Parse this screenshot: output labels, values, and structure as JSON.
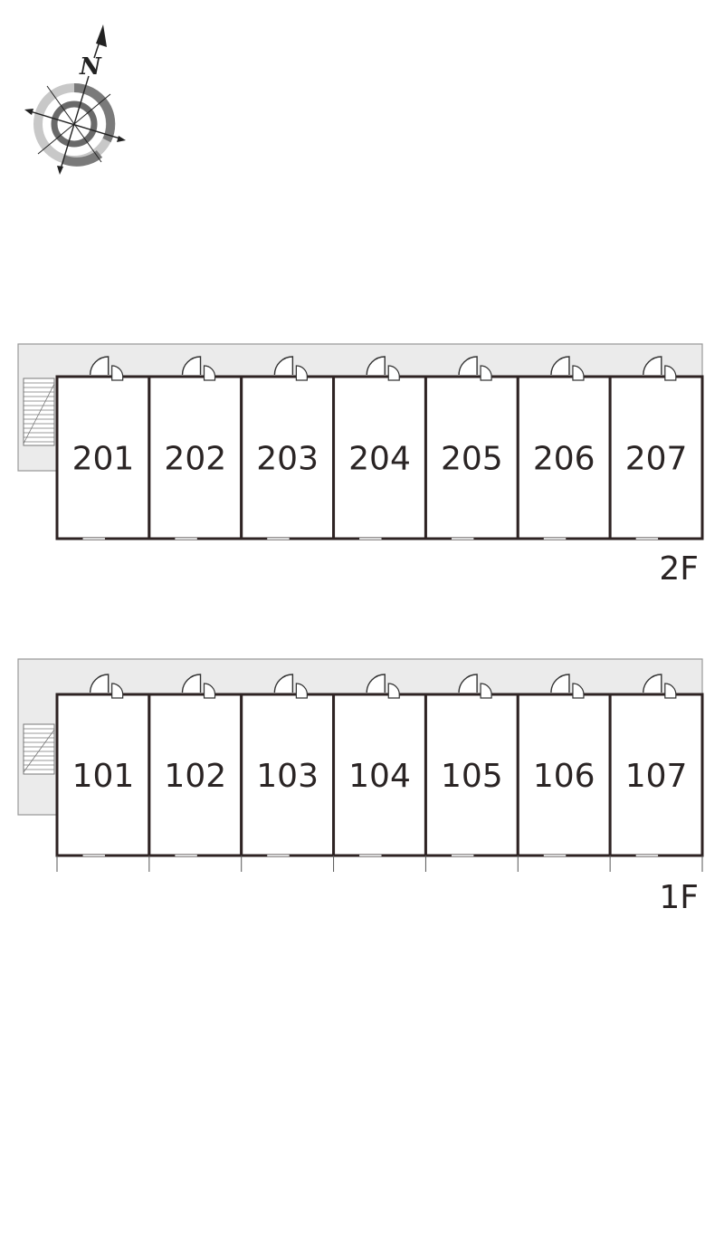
{
  "compass": {
    "north_label": "N",
    "icon": "compass-rose-icon"
  },
  "floors": [
    {
      "id": "2F",
      "label": "2F",
      "rooms": [
        "201",
        "202",
        "203",
        "204",
        "205",
        "206",
        "207"
      ]
    },
    {
      "id": "1F",
      "label": "1F",
      "rooms": [
        "101",
        "102",
        "103",
        "104",
        "105",
        "106",
        "107"
      ]
    }
  ],
  "colors": {
    "wall": "#2e2323",
    "corridor_fill": "#ebebeb",
    "corridor_stroke": "#999999",
    "text": "#2a2424"
  }
}
